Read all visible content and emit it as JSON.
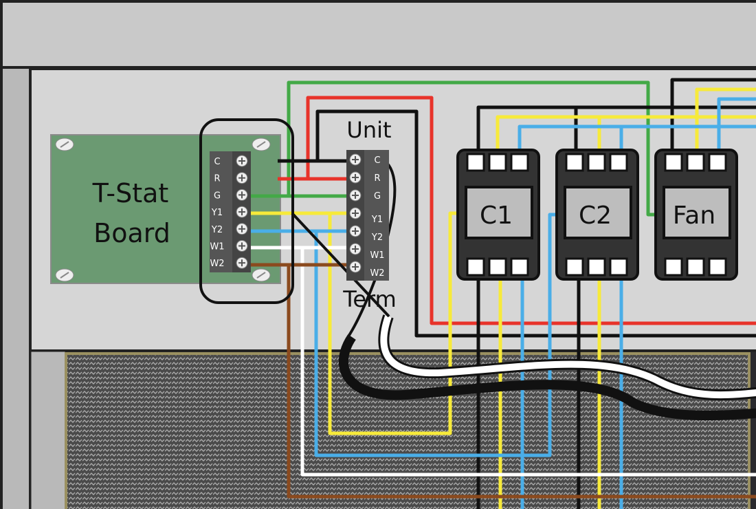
{
  "tstat_board": {
    "label_line1": "T-Stat",
    "label_line2": "Board",
    "terminals": [
      "C",
      "R",
      "G",
      "Y1",
      "Y2",
      "W1",
      "W2"
    ]
  },
  "unit_term": {
    "label_top": "Unit",
    "label_bottom": "Term",
    "terminals": [
      "C",
      "R",
      "G",
      "Y1",
      "Y2",
      "W1",
      "W2"
    ]
  },
  "relays": [
    {
      "label": "C1"
    },
    {
      "label": "C2"
    },
    {
      "label": "Fan"
    }
  ],
  "colors": {
    "red": "#e8332a",
    "green": "#43a947",
    "yellow": "#f7ea3a",
    "blue": "#4aaee8",
    "white": "#ffffff",
    "brown": "#8b4a1e",
    "black": "#111111",
    "board": "#6b9a72",
    "panel": "#d6d6d6"
  }
}
